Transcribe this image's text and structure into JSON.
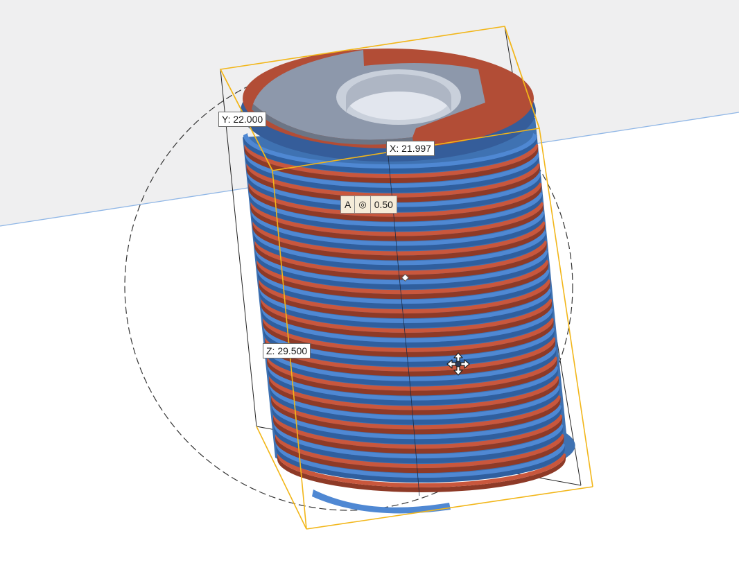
{
  "colors": {
    "background_upper": "#efeff0",
    "background_lower": "#ffffff",
    "horizon_line": "#8fb6e6",
    "bounding_box": "#f2b619",
    "blue_disc": "#4f88d3",
    "red_disc": "#c9573d",
    "cap": "#8f9aad",
    "gdt_frame_bg": "#f5ecd9"
  },
  "dimensions": {
    "y_label": "Y: 22.000",
    "x_label": "X: 21.997",
    "z_label": "Z: 29.500"
  },
  "gdt": {
    "datum": "A",
    "symbol_icon": "concentricity-icon",
    "symbol": "◎",
    "tolerance": "0.50"
  },
  "icons": {
    "center_point": "center-point-icon",
    "move_handle": "move-arrows-icon"
  }
}
